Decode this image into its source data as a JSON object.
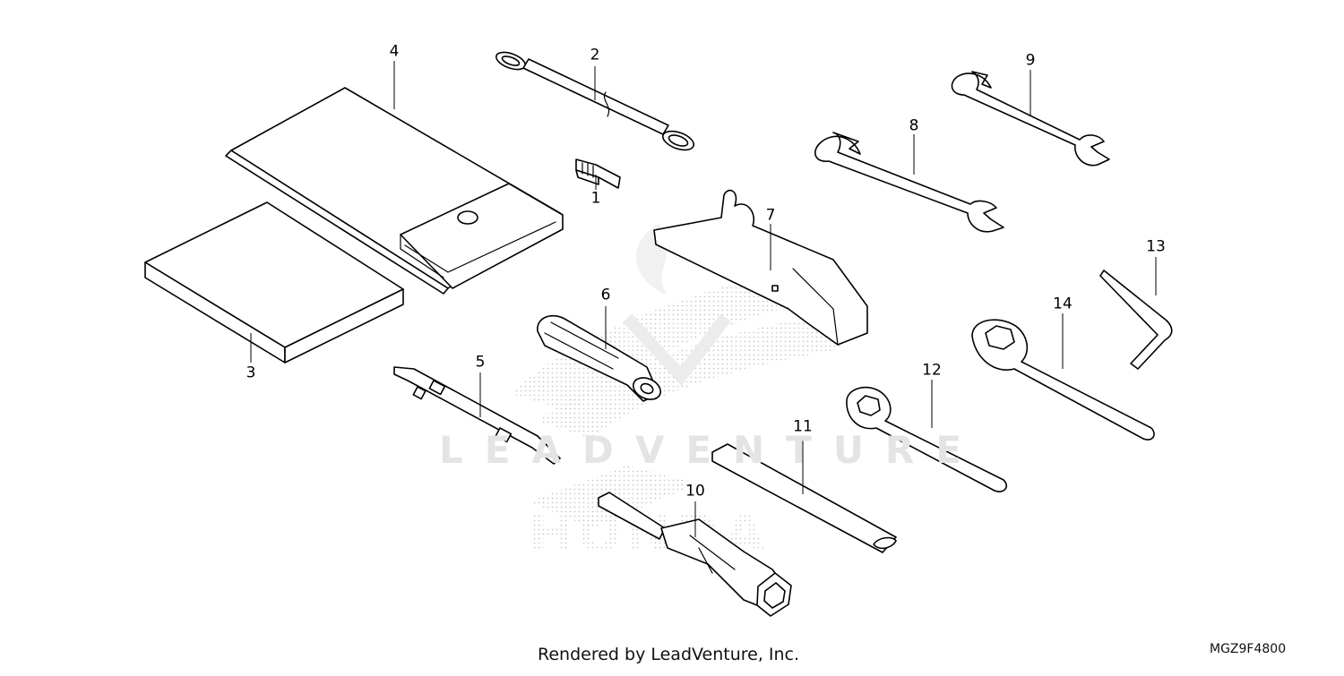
{
  "callouts": [
    {
      "id": "1",
      "label": "1"
    },
    {
      "id": "2",
      "label": "2"
    },
    {
      "id": "3",
      "label": "3"
    },
    {
      "id": "4",
      "label": "4"
    },
    {
      "id": "5",
      "label": "5"
    },
    {
      "id": "6",
      "label": "6"
    },
    {
      "id": "7",
      "label": "7"
    },
    {
      "id": "8",
      "label": "8"
    },
    {
      "id": "9",
      "label": "9"
    },
    {
      "id": "10",
      "label": "10"
    },
    {
      "id": "11",
      "label": "11"
    },
    {
      "id": "12",
      "label": "12"
    },
    {
      "id": "13",
      "label": "13"
    },
    {
      "id": "14",
      "label": "14"
    }
  ],
  "watermark": {
    "text": "LEADVENTURE",
    "brand": "HONDA",
    "color": "#c8c8c8"
  },
  "footer": {
    "credit": "Rendered by LeadVenture, Inc.",
    "diagram_code": "MGZ9F4800"
  }
}
